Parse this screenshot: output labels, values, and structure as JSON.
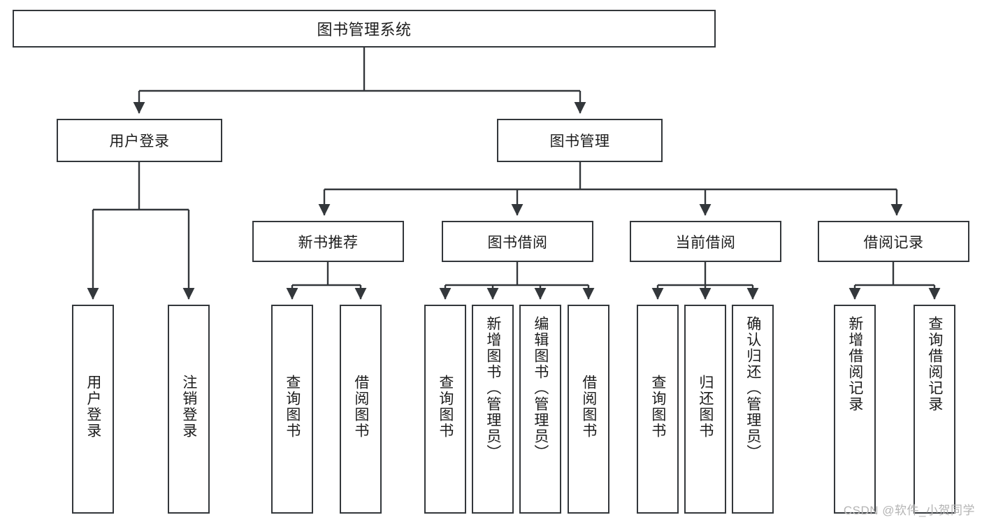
{
  "diagram": {
    "title": "图书管理系统",
    "type": "tree-hierarchy-chart",
    "stroke_color": "#33373b",
    "text_color": "#1c1c1c",
    "background_color": "#ffffff"
  },
  "root": {
    "label": "图书管理系统"
  },
  "level2": [
    {
      "label": "用户登录"
    },
    {
      "label": "图书管理"
    }
  ],
  "level3": [
    {
      "label": "新书推荐"
    },
    {
      "label": "图书借阅"
    },
    {
      "label": "当前借阅"
    },
    {
      "label": "借阅记录"
    }
  ],
  "leaves": {
    "user_login": [
      {
        "label": "用户登录"
      },
      {
        "label": "注销登录"
      }
    ],
    "new_book": [
      {
        "label": "查询图书"
      },
      {
        "label": "借阅图书"
      }
    ],
    "book_borrow": [
      {
        "label": "查询图书"
      },
      {
        "label": "新增图书（管理员）"
      },
      {
        "label": "编辑图书（管理员）"
      },
      {
        "label": "借阅图书"
      }
    ],
    "current_borrow": [
      {
        "label": "查询图书"
      },
      {
        "label": "归还图书"
      },
      {
        "label": "确认归还（管理员）"
      }
    ],
    "borrow_record": [
      {
        "label": "新增借阅记录"
      },
      {
        "label": "查询借阅记录"
      }
    ]
  },
  "watermark": {
    "text": "CSDN @软件_小贺同学"
  }
}
